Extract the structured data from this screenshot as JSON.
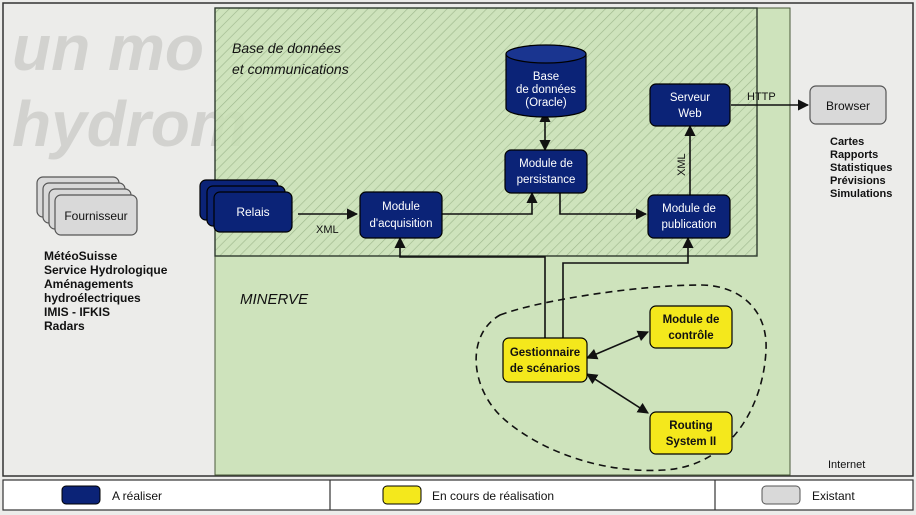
{
  "regions": {
    "db_comm_title_1": "Base de données",
    "db_comm_title_2": "et communications",
    "minerve": "MINERVE",
    "internet": "Internet"
  },
  "nodes": {
    "fournisseur": "Fournisseur",
    "relais": "Relais",
    "acquisition_1": "Module",
    "acquisition_2": "d'acquisition",
    "database_1": "Base",
    "database_2": "de données",
    "database_3": "(Oracle)",
    "persistance_1": "Module de",
    "persistance_2": "persistance",
    "serveur_1": "Serveur",
    "serveur_2": "Web",
    "publication_1": "Module de",
    "publication_2": "publication",
    "browser": "Browser",
    "gestionnaire_1": "Gestionnaire",
    "gestionnaire_2": "de scénarios",
    "controle_1": "Module de",
    "controle_2": "contrôle",
    "routing_1": "Routing",
    "routing_2": "System II"
  },
  "connection_labels": {
    "xml_in": "XML",
    "xml_pub": "XML",
    "http": "HTTP"
  },
  "providers": [
    "MétéoSuisse",
    "Service Hydrologique",
    "Aménagements",
    "hydroélectriques",
    "IMIS - IFKIS",
    "Radars"
  ],
  "outputs": [
    "Cartes",
    "Rapports",
    "Statistiques",
    "Prévisions",
    "Simulations"
  ],
  "legend": {
    "to_do": "A réaliser",
    "in_progress": "En cours de réalisation",
    "existing": "Existant"
  },
  "colors": {
    "to_do": "#0b2377",
    "in_progress": "#f4e81c",
    "existing": "#d9d9d9",
    "minerve_area": "#c9e2b4",
    "db_area_border": "#2e3a2e"
  },
  "background_text": {
    "watermark_1": "un mo",
    "watermark_2": "hydrom"
  }
}
